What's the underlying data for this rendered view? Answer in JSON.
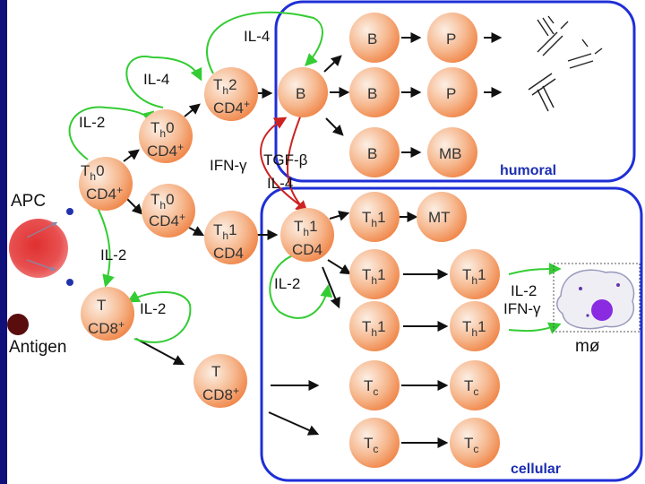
{
  "colors": {
    "box_border": "#1f2fd6",
    "green_arrow": "#33cc33",
    "red_arrow": "#cc2222",
    "black_arrow": "#111111",
    "cell_light": "#fbe8da",
    "cell_dark": "#f0884a"
  },
  "boxes": {
    "humoral": "humoral",
    "cellular": "cellular"
  },
  "labels": {
    "apc": "APC",
    "antigen": "Antigen",
    "macrophage": "mø"
  },
  "cytokines": {
    "il4_top": "IL-4",
    "il4_left": "IL-4",
    "il2_upper": "IL-2",
    "il2_lower": "IL-2",
    "il2_tcell": "IL-2",
    "ifn_left": "IFN-γ",
    "tgf": "TGF-β",
    "il4_mid": "IL-4",
    "il2_th1": "IL-2",
    "il2_right": "IL-2",
    "ifn_right": "IFN-γ"
  },
  "cells": {
    "th0_a": {
      "l1": "T",
      "s1": "h",
      "t1": "0",
      "l2": "CD4",
      "s2": "+"
    },
    "th0_b": {
      "l1": "T",
      "s1": "h",
      "t1": "0",
      "l2": "CD4",
      "s2": "+"
    },
    "th0_c": {
      "l1": "T",
      "s1": "h",
      "t1": "0",
      "l2": "CD4",
      "s2": "+"
    },
    "th2": {
      "l1": "T",
      "s1": "h",
      "t1": "2",
      "l2": "CD4",
      "s2": "+"
    },
    "th1_a": {
      "l1": "T",
      "s1": "h",
      "t1": "1",
      "l2": "CD4"
    },
    "th1_b": {
      "l1": "T",
      "s1": "h",
      "t1": "1",
      "l2": "CD4"
    },
    "t_cd8_a": {
      "l1": "T",
      "l2": "CD8",
      "s2": "+"
    },
    "t_cd8_b": {
      "l1": "T",
      "l2": "CD8",
      "s2": "+"
    },
    "b_center": {
      "l1": "B"
    },
    "b1": {
      "l1": "B"
    },
    "b2": {
      "l1": "B"
    },
    "b3": {
      "l1": "B"
    },
    "p1": {
      "l1": "P"
    },
    "p2": {
      "l1": "P"
    },
    "mb": {
      "l1": "MB"
    },
    "th1_c": {
      "l1": "T",
      "s1": "h",
      "t1": "1"
    },
    "mt": {
      "l1": "MT"
    },
    "th1_d": {
      "l1": "T",
      "s1": "h",
      "t1": "1"
    },
    "th1_e": {
      "l1": "T",
      "s1": "h",
      "t1": "1"
    },
    "th1_f": {
      "l1": "T",
      "s1": "h",
      "t1": "1"
    },
    "th1_g": {
      "l1": "T",
      "s1": "h",
      "t1": "1"
    },
    "tc1": {
      "l1": "T",
      "s1": "c"
    },
    "tc2": {
      "l1": "T",
      "s1": "c"
    },
    "tc3": {
      "l1": "T",
      "s1": "c"
    },
    "tc4": {
      "l1": "T",
      "s1": "c"
    }
  }
}
